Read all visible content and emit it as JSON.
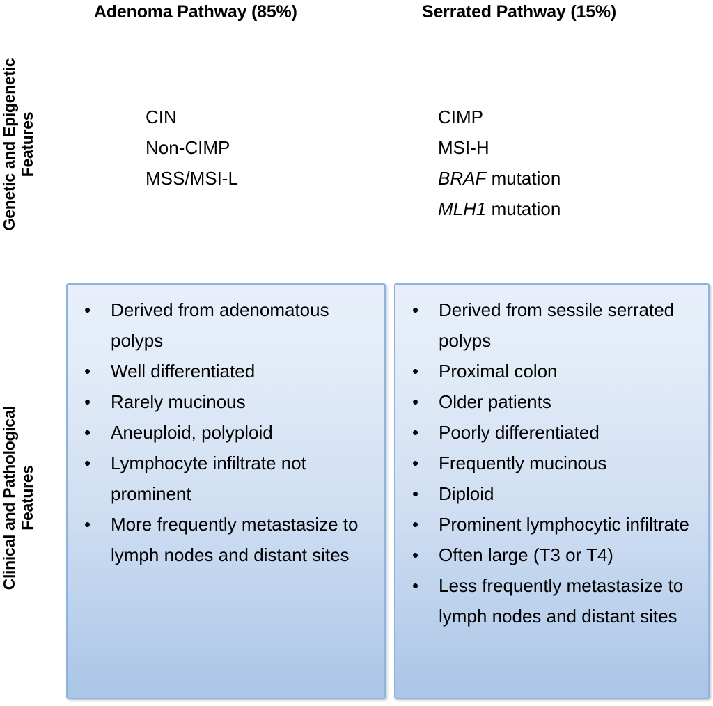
{
  "figure": {
    "title_row": {
      "left_header": "Adenoma Pathway (85%)",
      "right_header": "Serrated Pathway (15%)"
    },
    "row_labels": {
      "genetic": {
        "line1": "Genetic and Epigenetic",
        "line2": "Features"
      },
      "clinical": {
        "line1": "Clinical and Pathological",
        "line2": "Features"
      }
    },
    "colors": {
      "box_border": "#8db3e2",
      "box_fill_top": "#e8eff9",
      "box_fill_bottom": "#aac5e6",
      "text": "#000000",
      "background": "#ffffff"
    },
    "genetic_features": {
      "adenoma": [
        {
          "text": "CIN",
          "italic": false
        },
        {
          "text": "Non-CIMP",
          "italic": false
        },
        {
          "text": "MSS/MSI-L",
          "italic": false
        }
      ],
      "serrated": [
        {
          "text": "CIMP",
          "italic": false
        },
        {
          "text": "MSI-H",
          "italic": false
        },
        {
          "gene": "BRAF",
          "text": " mutation",
          "italic": true
        },
        {
          "gene": "MLH1",
          "text": " mutation",
          "italic": true
        }
      ]
    },
    "clinical_features": {
      "adenoma": [
        "Derived from adenomatous polyps",
        "Well differentiated",
        "Rarely mucinous",
        "Aneuploid, polyploid",
        "Lymphocyte infiltrate not prominent",
        "More frequently metastasize to lymph nodes and distant sites"
      ],
      "serrated": [
        "Derived from sessile serrated polyps",
        "Proximal colon",
        "Older patients",
        "Poorly differentiated",
        "Frequently mucinous",
        "Diploid",
        "Prominent lymphocytic infiltrate",
        "Often large (T3 or T4)",
        "Less frequently metastasize to lymph nodes and distant sites"
      ]
    },
    "bullet_glyph": "•"
  }
}
